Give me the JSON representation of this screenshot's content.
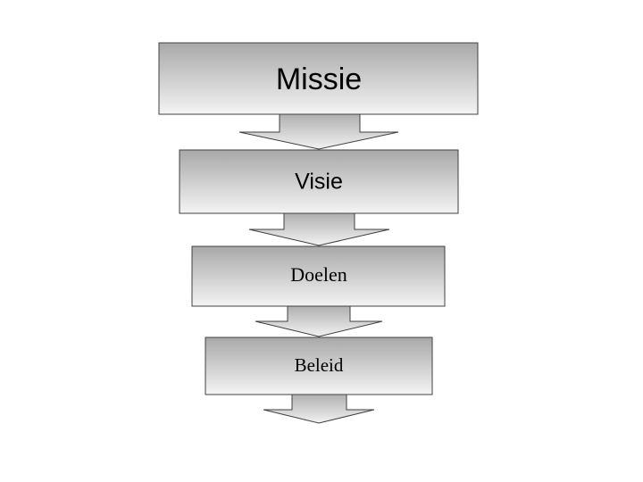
{
  "flow": {
    "levels": [
      {
        "label": "Missie"
      },
      {
        "label": "Visie"
      },
      {
        "label": "Doelen"
      },
      {
        "label": "Beleid"
      }
    ]
  },
  "colors": {
    "box_gradient_top": "#a8a8a8",
    "box_gradient_bottom": "#f4f4f4",
    "arrow_gradient_top": "#b0b0b0",
    "arrow_gradient_bottom": "#f2f2f2",
    "stroke": "#404040"
  }
}
